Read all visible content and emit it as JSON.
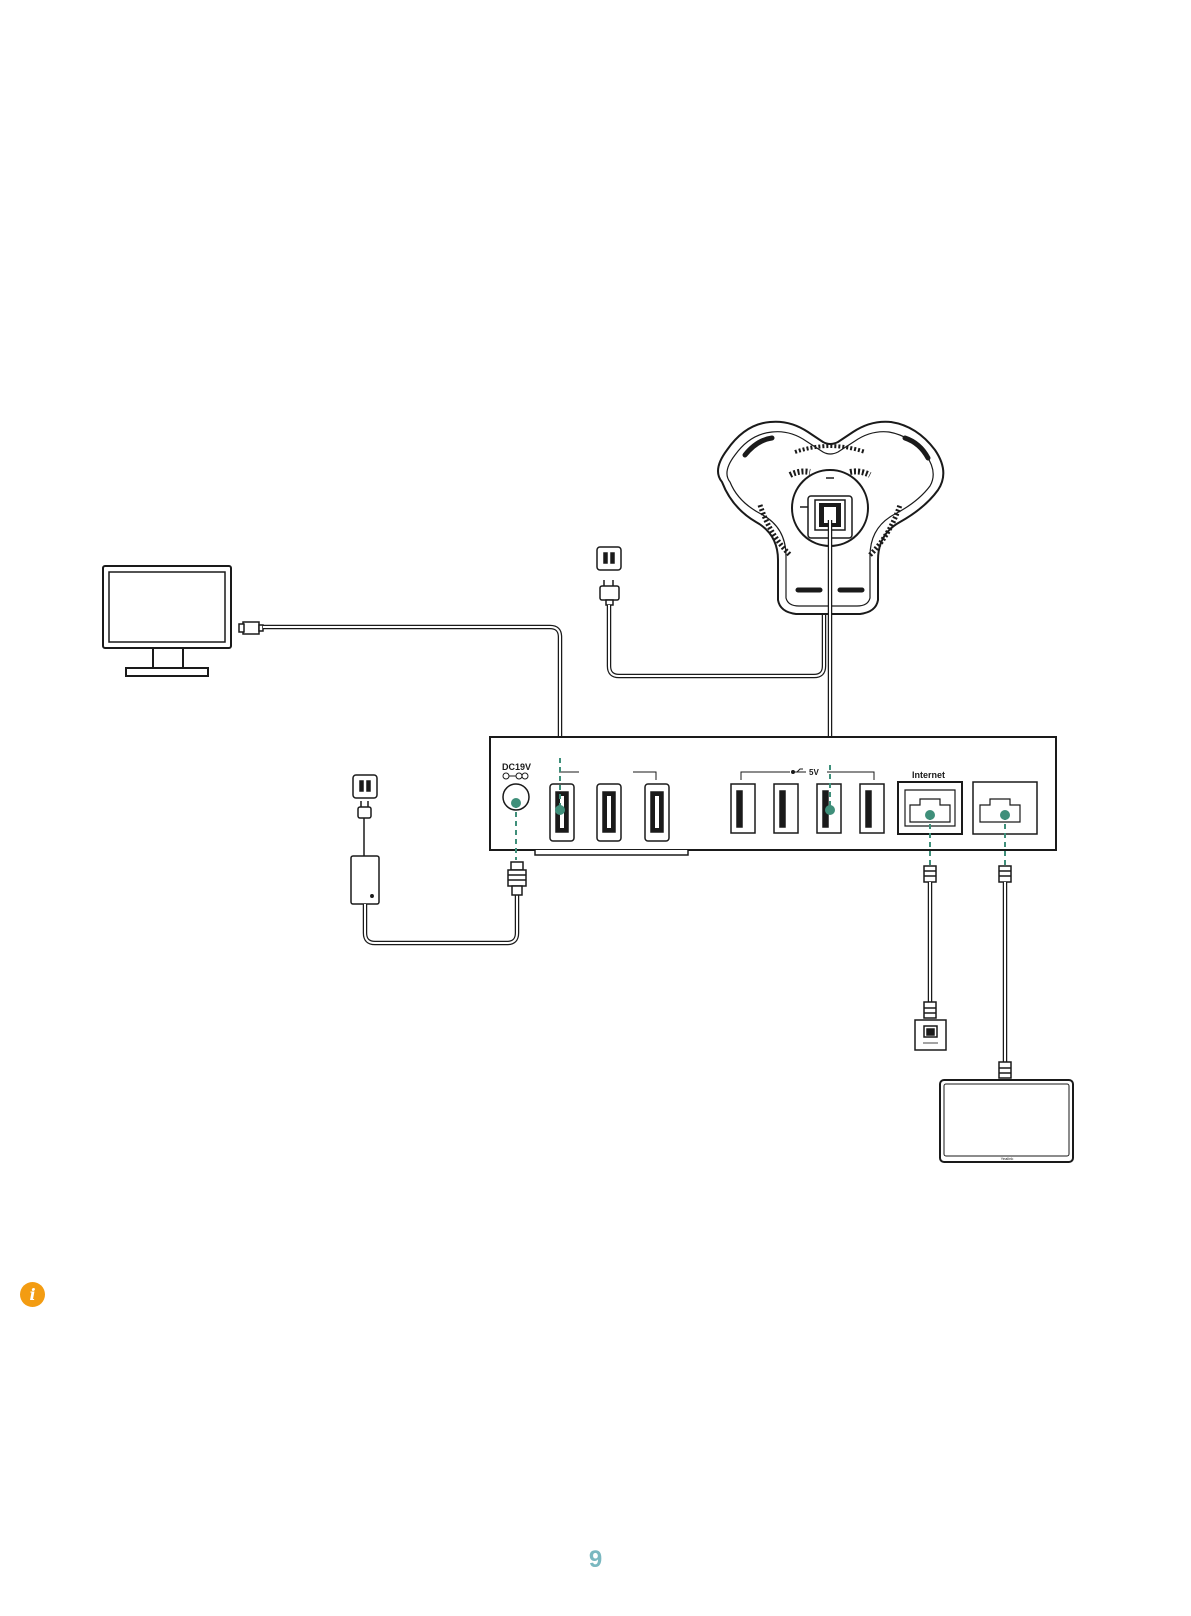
{
  "ports": {
    "dc_label": "DC19V",
    "usb_label": "5V",
    "internet_label": "Internet"
  },
  "touch_panel_brand": "Yealink",
  "page": {
    "number": "9"
  },
  "colors": {
    "line": "#1a1a1a",
    "connection_dot": "#3f8f7a",
    "info_icon": "#f39c12",
    "page_number": "#7ab8c0"
  },
  "icons": {
    "info": "info-icon"
  }
}
